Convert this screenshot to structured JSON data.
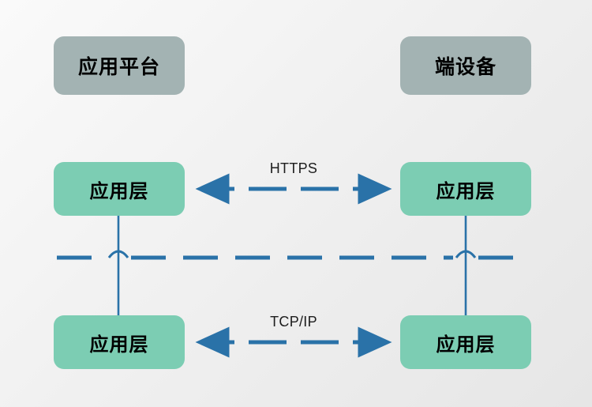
{
  "diagram": {
    "title": "",
    "background": {
      "from": "#fafafa",
      "to": "#e6e6e6"
    },
    "colors": {
      "header_box": "#a3b3b3",
      "layer_box": "#7ccdb3",
      "connector": "#2a72a8",
      "text": "#000000"
    },
    "columns": [
      {
        "id": "platform",
        "header": "应用平台"
      },
      {
        "id": "device",
        "header": "端设备"
      }
    ],
    "nodes": [
      {
        "id": "platform-header",
        "label": "应用平台",
        "kind": "header",
        "column": "platform"
      },
      {
        "id": "device-header",
        "label": "端设备",
        "kind": "header",
        "column": "device"
      },
      {
        "id": "platform-app-layer",
        "label": "应用层",
        "kind": "layer",
        "column": "platform",
        "row": "top"
      },
      {
        "id": "device-app-layer",
        "label": "应用层",
        "kind": "layer",
        "column": "device",
        "row": "top"
      },
      {
        "id": "platform-transport-layer",
        "label": "应用层",
        "kind": "layer",
        "column": "platform",
        "row": "bottom"
      },
      {
        "id": "device-transport-layer",
        "label": "应用层",
        "kind": "layer",
        "column": "device",
        "row": "bottom"
      }
    ],
    "edges": [
      {
        "id": "https-link",
        "label": "HTTPS",
        "from": "platform-app-layer",
        "to": "device-app-layer",
        "style": "dashed",
        "arrows": "both"
      },
      {
        "id": "tcpip-link",
        "label": "TCP/IP",
        "from": "platform-transport-layer",
        "to": "device-transport-layer",
        "style": "dashed",
        "arrows": "both"
      },
      {
        "id": "platform-stack-link",
        "label": "",
        "from": "platform-app-layer",
        "to": "platform-transport-layer",
        "style": "solid",
        "arrows": "none"
      },
      {
        "id": "device-stack-link",
        "label": "",
        "from": "device-app-layer",
        "to": "device-transport-layer",
        "style": "solid",
        "arrows": "none"
      }
    ],
    "separator": {
      "id": "boundary-separator",
      "style": "dashed",
      "hops": 2
    }
  }
}
